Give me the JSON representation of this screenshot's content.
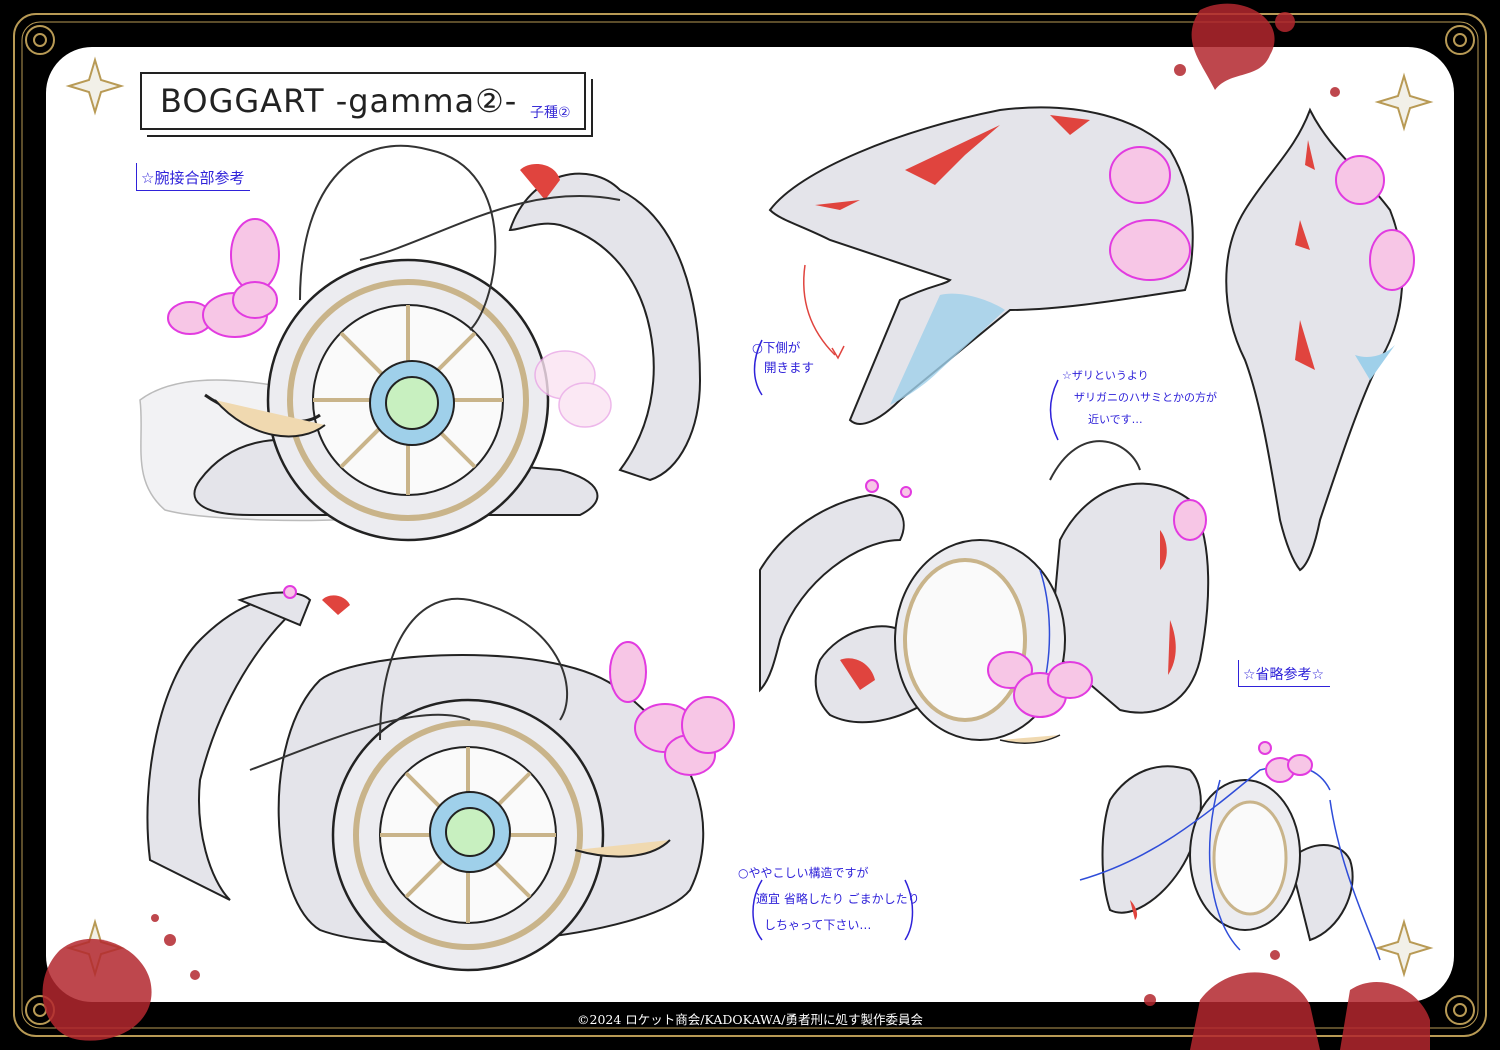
{
  "sheet": {
    "title": "BOGGART -gamma②-",
    "title_note": "子種②",
    "tag_arm": "☆腕接合部参考",
    "tag_simplified": "☆省略参考☆",
    "note_jaw": [
      "○下側が",
      "開きます"
    ],
    "note_scissors": [
      "☆ザリというより",
      "ザリガニのハサミとかの方が",
      "近いです…"
    ],
    "note_structure": [
      "○ややこしい構造ですが",
      "適宜 省略したり ごまかしたり",
      "しちゃって下さい…"
    ]
  },
  "footer": {
    "copyright": "©2024 ロケット商会/KADOKAWA/勇者刑に処す製作委員会"
  },
  "palette": {
    "background": "#000000",
    "sheet": "#ffffff",
    "gold_frame": "#b89a55",
    "body_gray": "#e4e4ea",
    "wound_red": "#e0443e",
    "bud_pink": "#f7c6e6",
    "bud_outline": "#e23be0",
    "eye_green": "#c8f0c0",
    "eye_ring_blue": "#9fd0ea",
    "bone_tan": "#f0d9b0",
    "annotation_blue": "#2f22d9",
    "blood": "#b3272e"
  }
}
